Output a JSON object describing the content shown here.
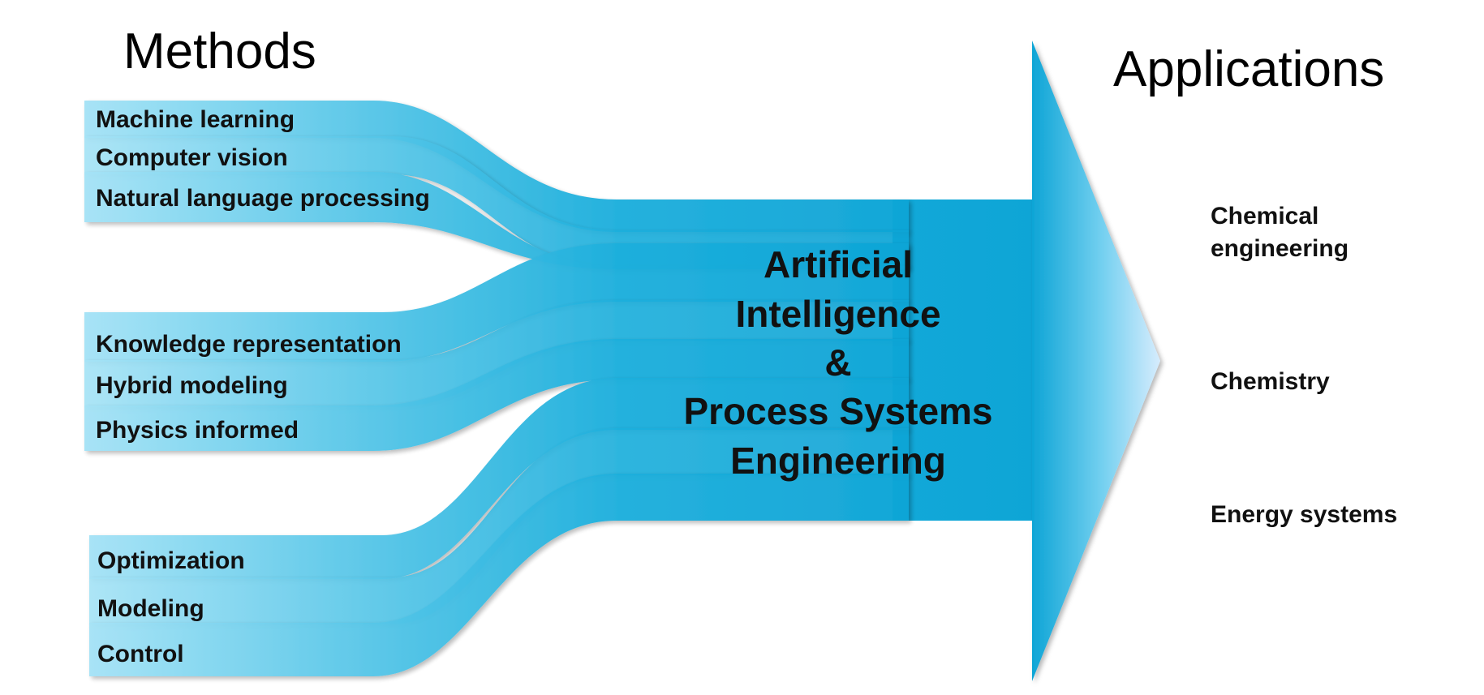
{
  "headings": {
    "methods": "Methods",
    "applications": "Applications"
  },
  "method_groups": [
    {
      "items": [
        "Machine learning",
        "Computer vision",
        "Natural language processing"
      ]
    },
    {
      "items": [
        "Knowledge representation",
        "Hybrid modeling",
        "Physics informed"
      ]
    },
    {
      "items": [
        "Optimization",
        "Modeling",
        "Control"
      ]
    }
  ],
  "center": {
    "lines": [
      "Artificial",
      "Intelligence",
      "&",
      "Process Systems",
      "Engineering"
    ]
  },
  "applications": [
    {
      "lines": [
        "Chemical",
        "engineering"
      ]
    },
    {
      "lines": [
        "Chemistry"
      ]
    },
    {
      "lines": [
        "Energy systems"
      ]
    }
  ],
  "colors": {
    "band_light": "#a6e3f6",
    "band_mid": "#5ccaea",
    "band_dark": "#12a8d8",
    "arrow_light": "#d6ecfd",
    "text": "#111111"
  }
}
